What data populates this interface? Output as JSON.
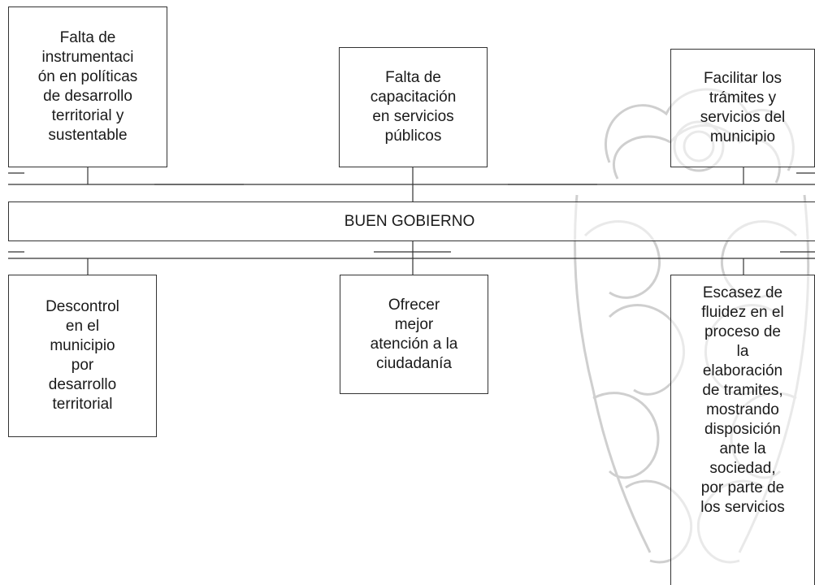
{
  "central_label": "BUEN GOBIERNO",
  "top_boxes": [
    {
      "text": "Falta de\ninstrumentaci\nón en políticas\nde desarrollo\nterritorial y\nsustentable"
    },
    {
      "text": "Falta de\ncapacitación\nen servicios\npúblicos"
    },
    {
      "text": "Facilitar los\ntrámites y\nservicios del\nmunicipio"
    }
  ],
  "bottom_boxes": [
    {
      "text": "Descontrol\nen el\nmunicipio\npor\ndesarrollo\nterritorial"
    },
    {
      "text": "Ofrecer\nmejor\natención a la\nciudadanía"
    },
    {
      "text": "Escasez de\nfluidez en el\nproceso de\nla\nelaboración\nde tramites,\nmostrando\ndisposición\nante la\nsociedad,\npor parte de\nlos servicios"
    }
  ],
  "colors": {
    "line": "#333333",
    "watermark": "#c8c8c8"
  }
}
